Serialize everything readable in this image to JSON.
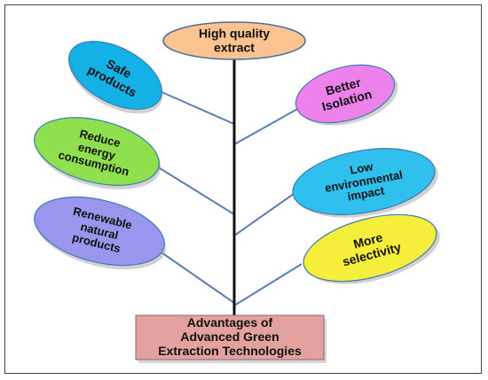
{
  "diagram": {
    "root": {
      "label": "Advantages of\nAdvanced Green\nExtraction Technologies",
      "color": "#e3a2a0"
    },
    "top": {
      "label": "High quality\nextract",
      "color": "#fac38f"
    },
    "branches": [
      {
        "label": "Safe\nproducts",
        "color": "#14b1e7",
        "side": "left"
      },
      {
        "label": "Better\nIsolation",
        "color": "#ed82ec",
        "side": "right"
      },
      {
        "label": "Reduce\nenergy\nconsumption",
        "color": "#8ee04e",
        "side": "left"
      },
      {
        "label": "Low\nenvironmental\nimpact",
        "color": "#2fc0ee",
        "side": "right"
      },
      {
        "label": "Renewable\nnatural\nproducts",
        "color": "#9a96ee",
        "side": "left"
      },
      {
        "label": "More\nselectivity",
        "color": "#f5ee3a",
        "side": "right"
      }
    ]
  }
}
